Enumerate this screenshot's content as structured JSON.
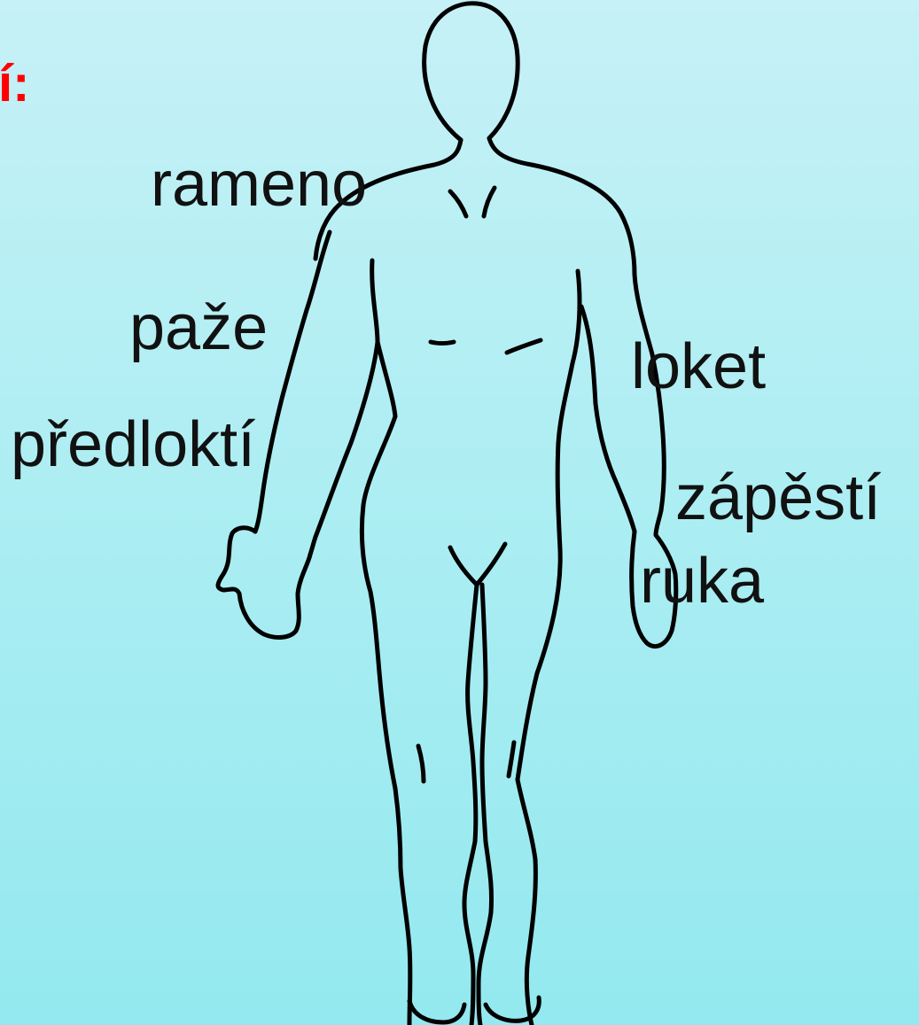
{
  "heading_fragment": "í:",
  "labels": {
    "shoulder": "rameno",
    "upper_arm": "paže",
    "forearm": "předloktí",
    "elbow": "loket",
    "wrist": "zápěstí",
    "hand": "ruka"
  },
  "colors": {
    "background_top": "#c6f1f6",
    "background_bottom": "#93e9ef",
    "heading": "#ff0000",
    "text": "#111111",
    "outline": "#000000"
  }
}
